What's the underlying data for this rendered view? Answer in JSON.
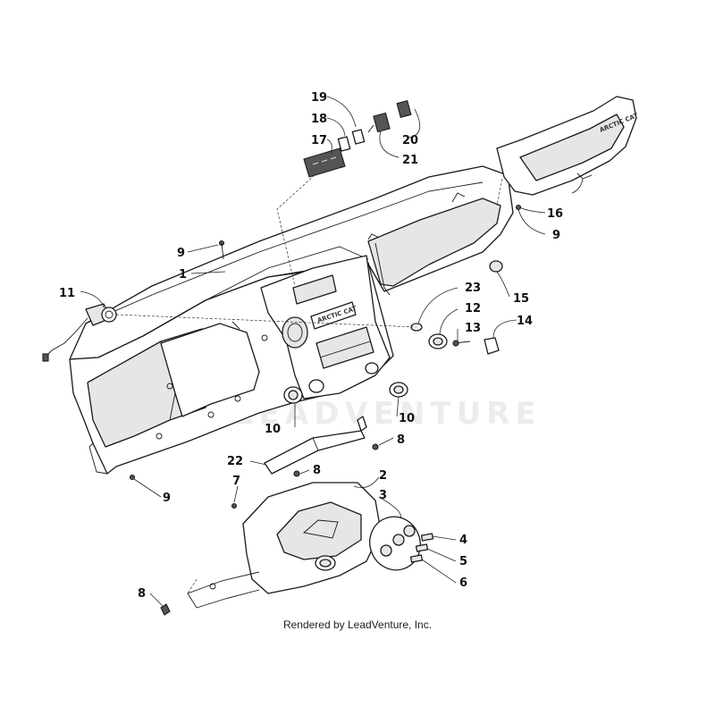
{
  "watermark": "LEADVENTURE",
  "credit": "Rendered by LeadVenture, Inc.",
  "callouts": {
    "c1": "1",
    "c2": "2",
    "c3": "3",
    "c4": "4",
    "c5": "5",
    "c6": "6",
    "c7": "7",
    "c8a": "8",
    "c8b": "8",
    "c8c": "8",
    "c9a": "9",
    "c9b": "9",
    "c9c": "9",
    "c10a": "10",
    "c10b": "10",
    "c11": "11",
    "c12": "12",
    "c13": "13",
    "c14": "14",
    "c15": "15",
    "c16": "16",
    "c17": "17",
    "c18": "18",
    "c19": "19",
    "c20": "20",
    "c21": "21",
    "c22": "22",
    "c23": "23"
  }
}
